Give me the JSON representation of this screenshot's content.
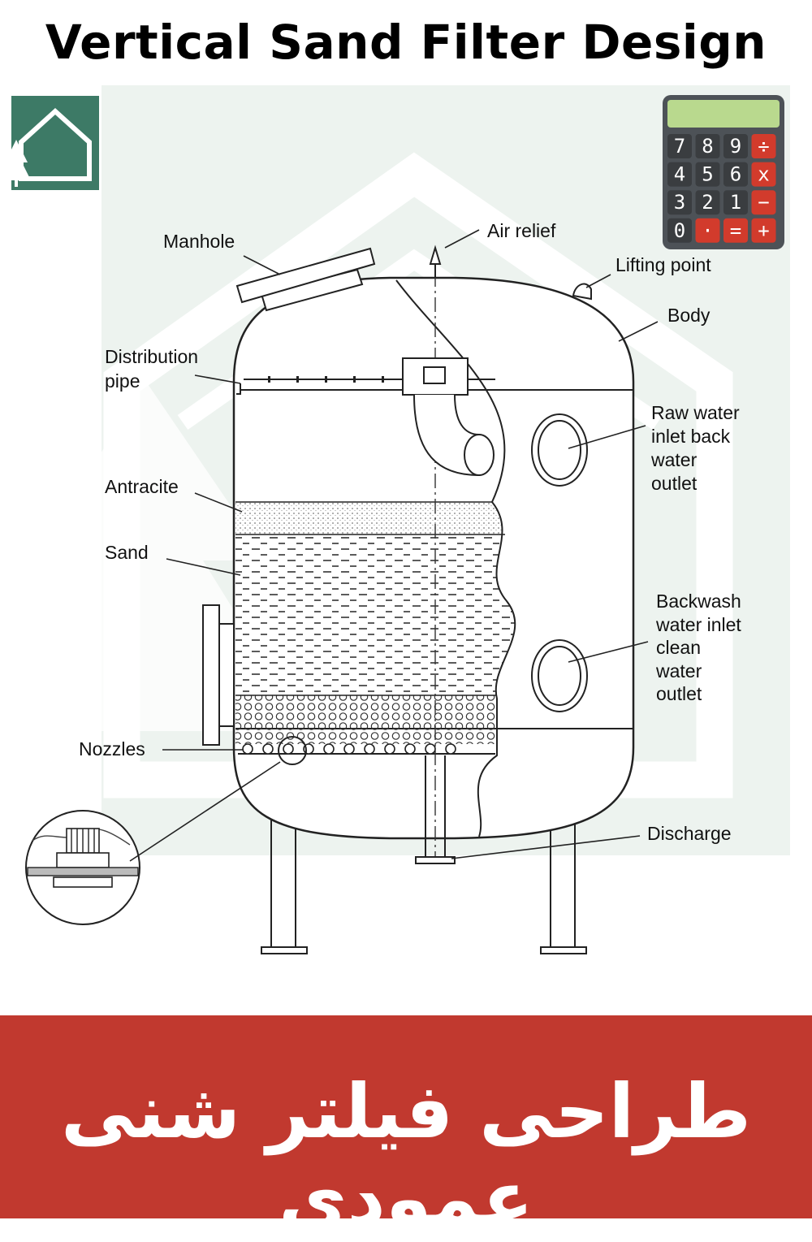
{
  "title": "Vertical Sand Filter Design",
  "banner_text": "طراحی فیلتر شنی عمودی",
  "colors": {
    "banner": "#c1392f",
    "logo_green": "#3d7a66",
    "watermark": "#e9f0ec",
    "calc_body": "#4d5257",
    "calc_display": "#b9d98e",
    "calc_key_dark": "#3a3d40",
    "calc_key_red": "#d23b2c"
  },
  "logo": {
    "icon": "house-with-tree-logo"
  },
  "calculator": {
    "icon": "calculator-icon",
    "keys": [
      "7",
      "8",
      "9",
      "÷",
      "4",
      "5",
      "6",
      "x",
      "3",
      "2",
      "1",
      "−",
      "0",
      "·",
      "=",
      "+"
    ]
  },
  "labels": {
    "manhole": "Manhole",
    "air_relief": "Air relief",
    "lifting_point": "Lifting point",
    "body": "Body",
    "distribution_pipe": [
      "Distribution",
      "pipe"
    ],
    "raw_water": [
      "Raw water",
      "inlet back",
      "water",
      "outlet"
    ],
    "antracite": "Antracite",
    "sand": "Sand",
    "backwash": [
      "Backwash",
      "water inlet",
      "clean",
      "water",
      "outlet"
    ],
    "nozzles": "Nozzles",
    "discharge": "Discharge"
  }
}
